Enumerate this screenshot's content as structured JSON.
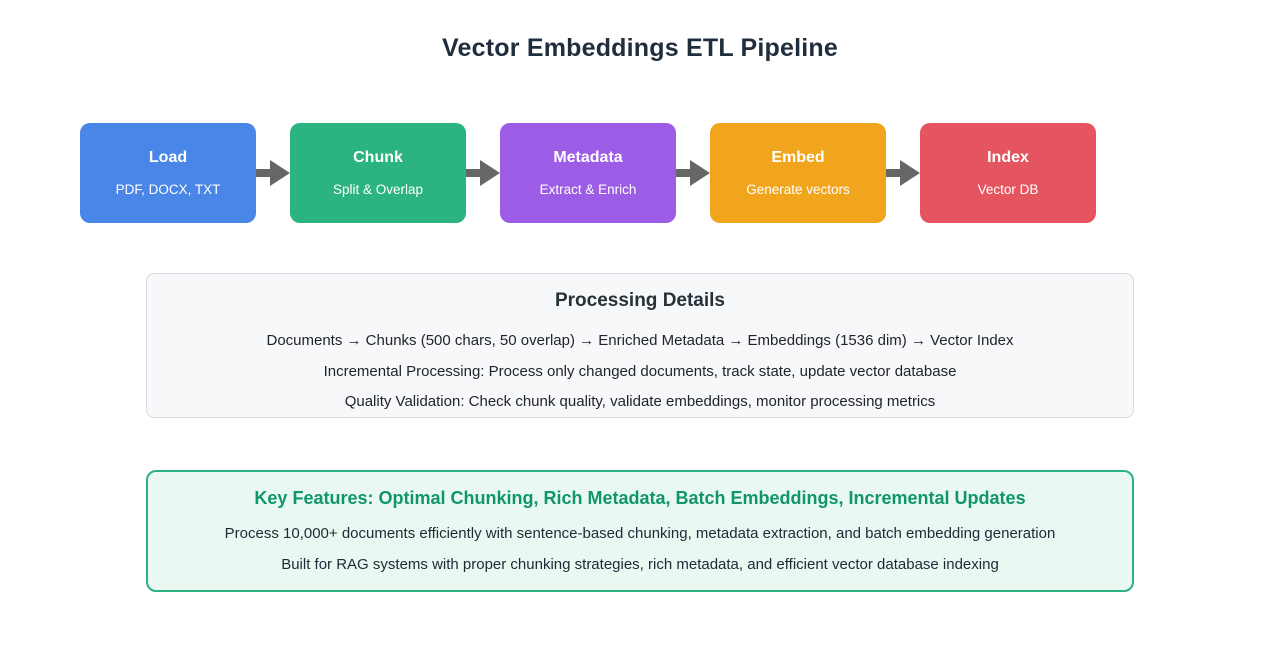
{
  "page": {
    "title": "Vector Embeddings ETL Pipeline",
    "title_color": "#1f2d3d",
    "background": "#ffffff"
  },
  "pipeline": {
    "arrow_color": "#666666",
    "stages": [
      {
        "id": "load",
        "label": "Load",
        "sublabel": "PDF, DOCX, TXT",
        "color": "#4a86e8"
      },
      {
        "id": "chunk",
        "label": "Chunk",
        "sublabel": "Split & Overlap",
        "color": "#2bb381"
      },
      {
        "id": "metadata",
        "label": "Metadata",
        "sublabel": "Extract & Enrich",
        "color": "#9d5ce6"
      },
      {
        "id": "embed",
        "label": "Embed",
        "sublabel": "Generate vectors",
        "color": "#f0a51c"
      },
      {
        "id": "index",
        "label": "Index",
        "sublabel": "Vector DB",
        "color": "#e4555f"
      }
    ]
  },
  "processing_details": {
    "title": "Processing Details",
    "background": "#f7f8fa",
    "lines": [
      "Documents → Chunks (500 chars, 50 overlap) → Enriched Metadata → Embeddings (1536 dim) → Vector Index",
      "Incremental Processing: Process only changed documents, track state, update vector database",
      "Quality Validation: Check chunk quality, validate embeddings, monitor processing metrics"
    ]
  },
  "key_features": {
    "title": "Key Features: Optimal Chunking, Rich Metadata, Batch Embeddings, Incremental Updates",
    "accent_color": "#11966b",
    "border_color": "#2bb381",
    "background": "#e9f9f1",
    "lines": [
      "Process 10,000+ documents efficiently with sentence-based chunking, metadata extraction, and batch embedding generation",
      "Built for RAG systems with proper chunking strategies, rich metadata, and efficient vector database indexing"
    ]
  }
}
